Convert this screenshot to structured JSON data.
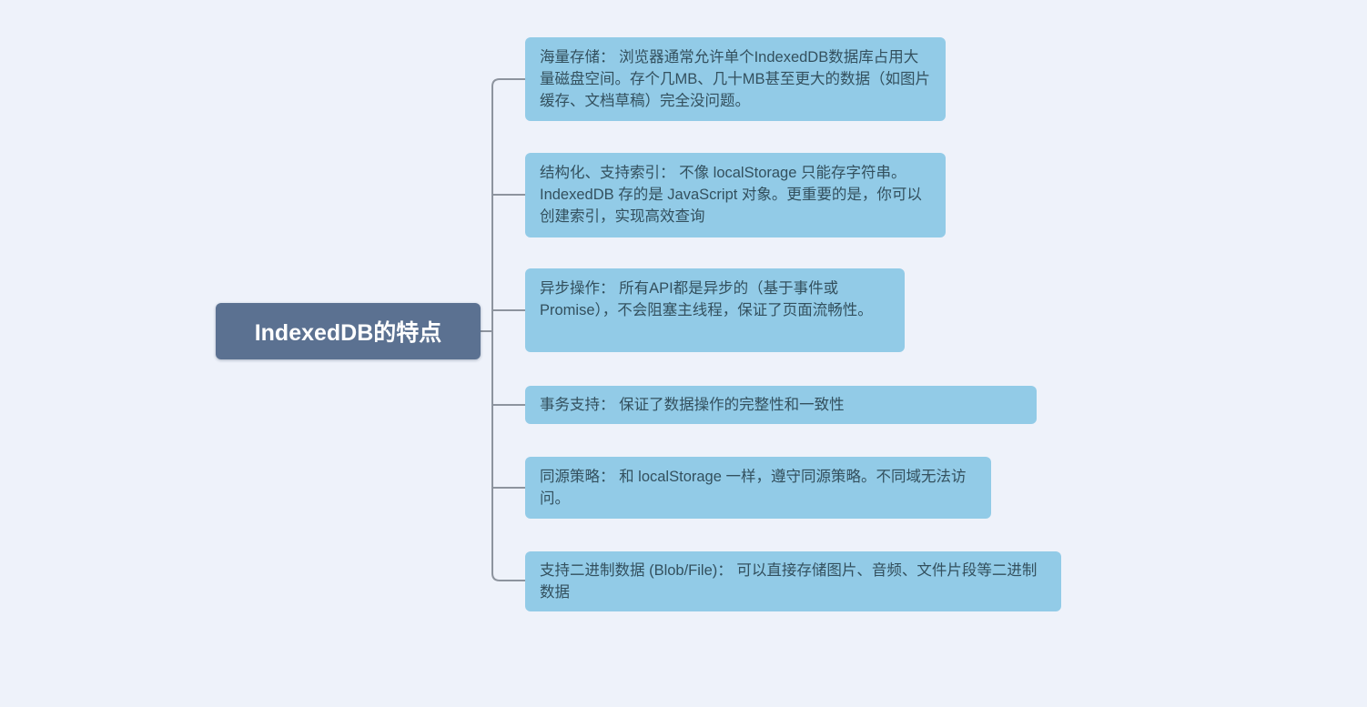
{
  "title": "IndexedDB的特点 mind map",
  "colors": {
    "bg": "#eef2fa",
    "node-fill": "#92cbe7",
    "node-text": "#33505e",
    "root-fill": "#5b7191",
    "root-text": "#ffffff",
    "connector": "#8d949e"
  },
  "root": {
    "label": "IndexedDB的特点"
  },
  "branches": [
    {
      "text": "海量存储： 浏览器通常允许单个IndexedDB数据库占用大量磁盘空间。存个几MB、几十MB甚至更大的数据（如图片缓存、文档草稿）完全没问题。"
    },
    {
      "text": "结构化、支持索引： 不像 localStorage 只能存字符串。IndexedDB 存的是 JavaScript 对象。更重要的是，你可以创建索引，实现高效查询"
    },
    {
      "text": "异步操作： 所有API都是异步的（基于事件或 Promise），不会阻塞主线程，保证了页面流畅性。"
    },
    {
      "text": "事务支持： 保证了数据操作的完整性和一致性"
    },
    {
      "text": "同源策略： 和 localStorage 一样，遵守同源策略。不同域无法访问。"
    },
    {
      "text": "支持二进制数据 (Blob/File)： 可以直接存储图片、音频、文件片段等二进制数据"
    }
  ]
}
